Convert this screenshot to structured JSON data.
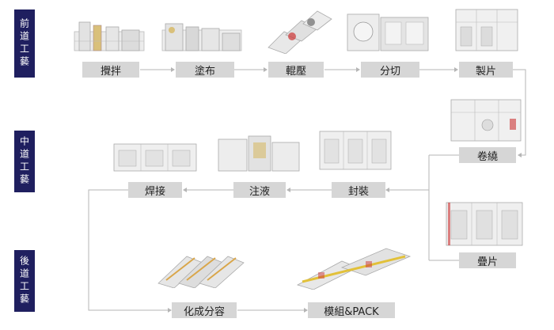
{
  "stages": {
    "front": "前道工藝",
    "middle": "中道工藝",
    "back": "後道工藝"
  },
  "steps": {
    "mixing": "攪拌",
    "coating": "塗布",
    "rolling": "輥壓",
    "slitting": "分切",
    "cutting": "製片",
    "winding": "卷繞",
    "stacking": "疊片",
    "packaging": "封裝",
    "injection": "注液",
    "welding": "焊接",
    "formation": "化成分容",
    "module": "模組&PACK"
  }
}
